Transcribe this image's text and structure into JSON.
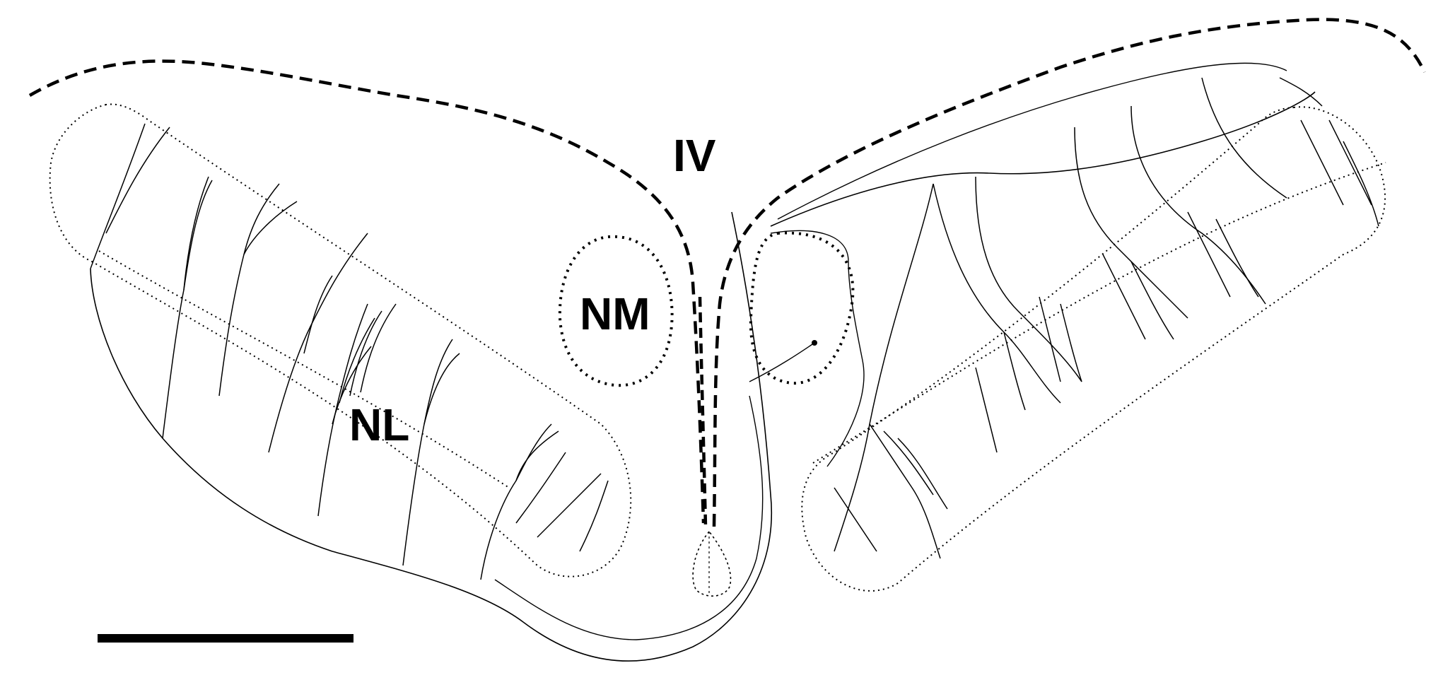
{
  "labels": {
    "ventricle": "IV",
    "nucleus_magnocellularis": "NM",
    "nucleus_laminaris": "NL"
  },
  "colors": {
    "ink": "#000000",
    "background": "#ffffff"
  }
}
